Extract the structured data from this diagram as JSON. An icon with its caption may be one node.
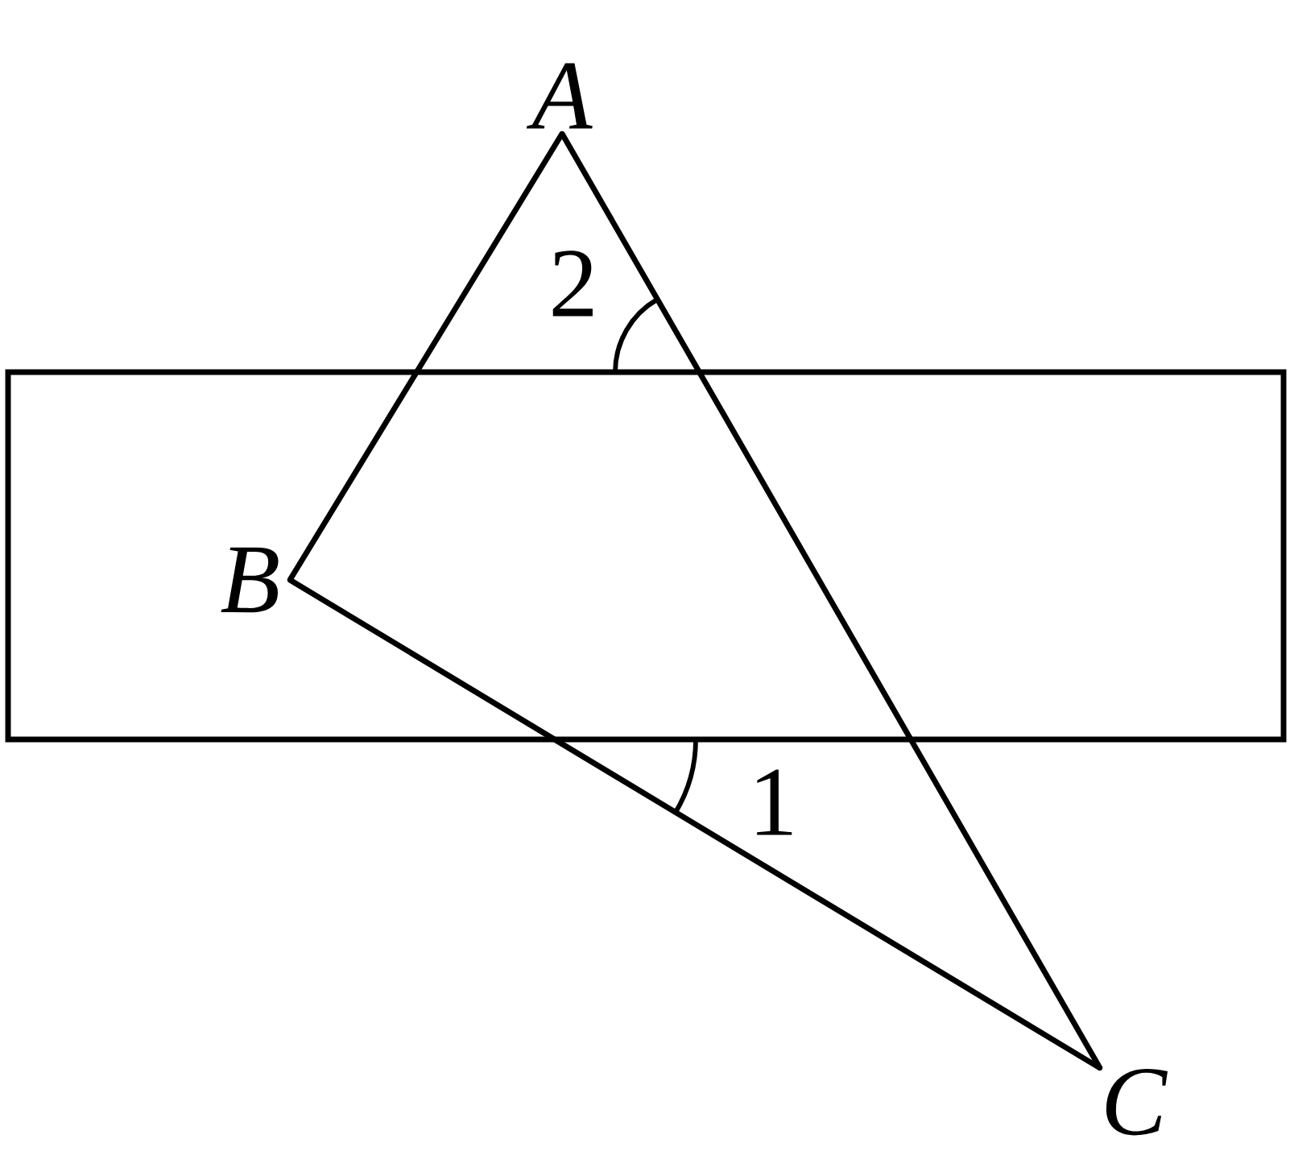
{
  "diagram": {
    "nodes": [
      {
        "text": [
          "A"
        ]
      },
      {
        "text": [
          "B"
        ]
      },
      {
        "text": [
          "C"
        ]
      }
    ],
    "edges": [
      {
        "from": 0,
        "to": 1,
        "arrow": "none"
      },
      {
        "from": 1,
        "to": 2,
        "arrow": "none"
      },
      {
        "from": 2,
        "to": 0,
        "arrow": "none"
      }
    ],
    "labels": [
      "2",
      "1"
    ]
  }
}
